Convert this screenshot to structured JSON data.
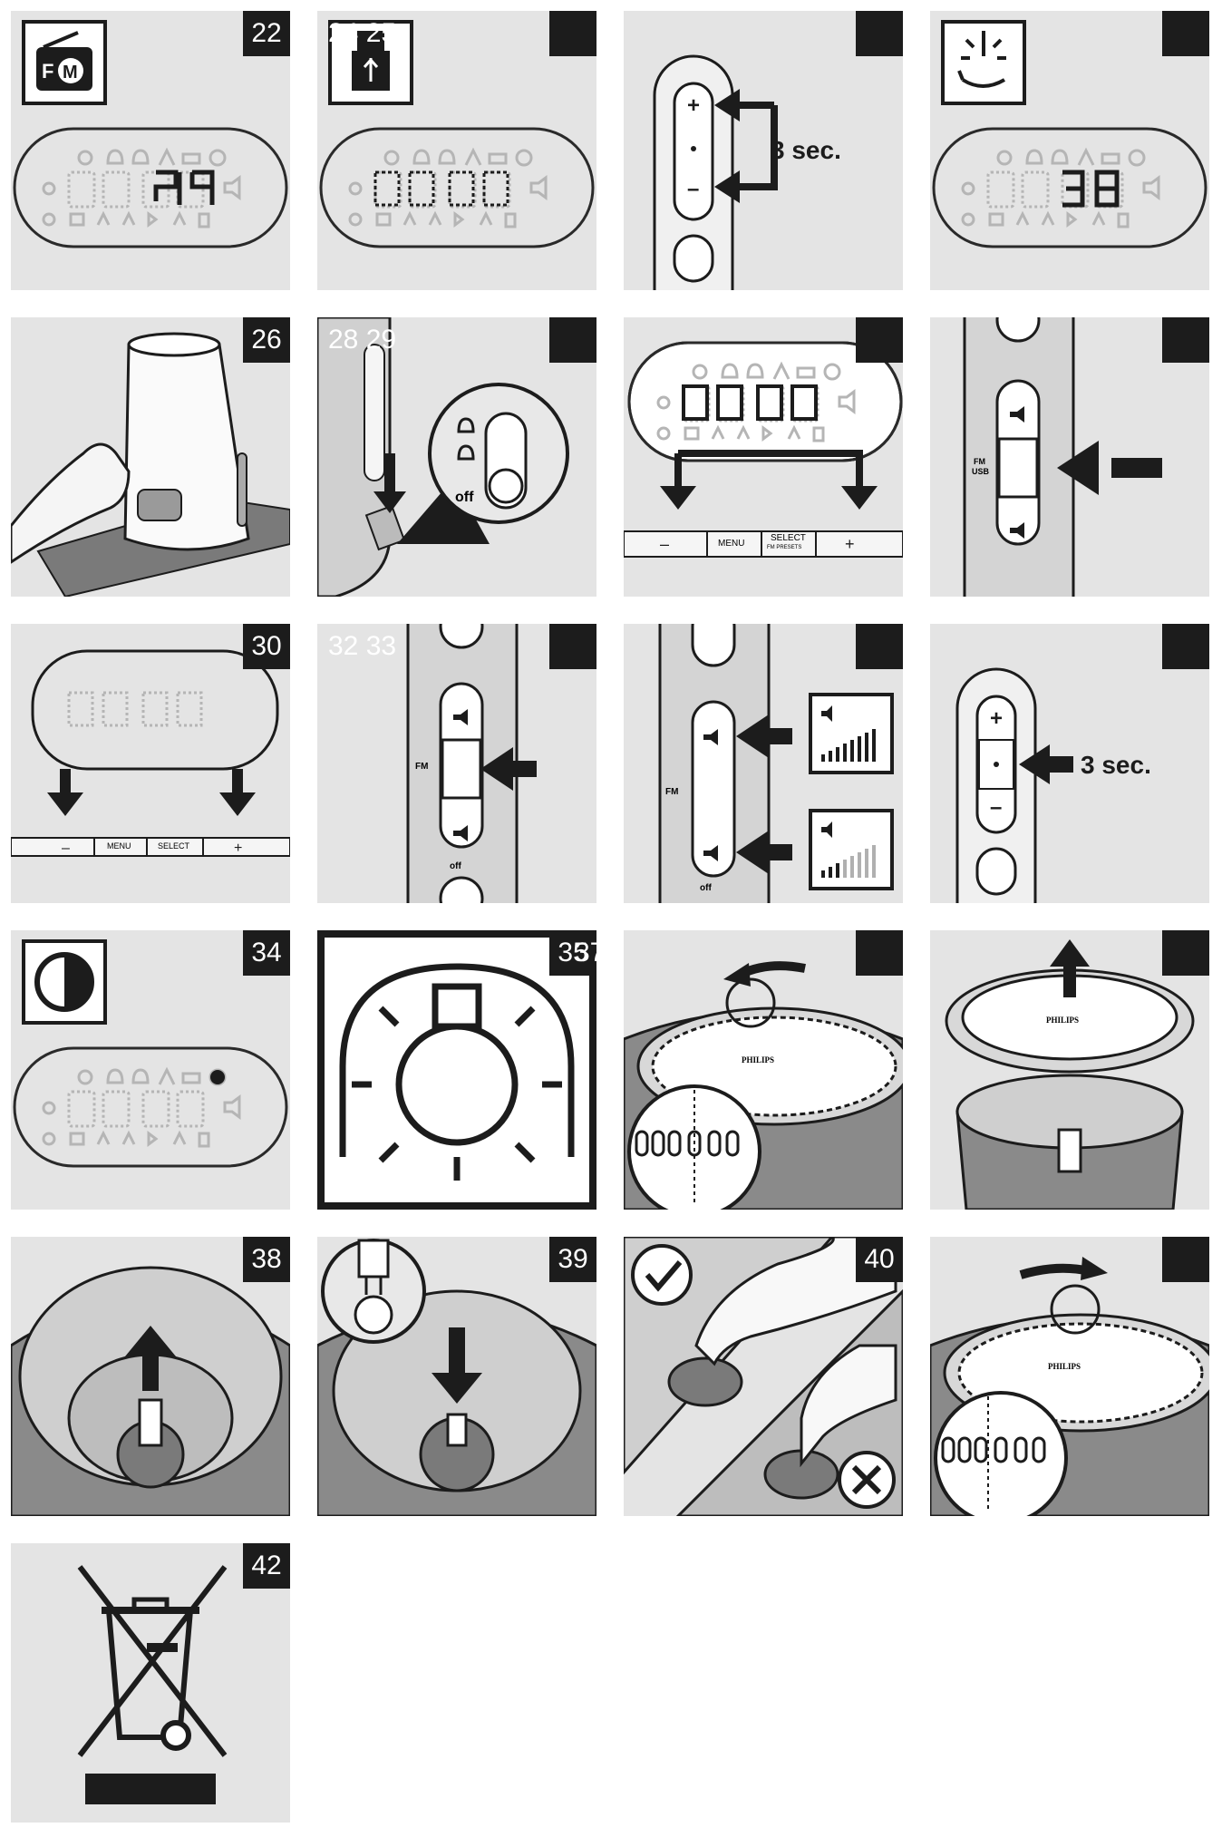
{
  "panels": {
    "p1": {
      "number": "22"
    },
    "p2": {
      "number": "",
      "ghost": "24 25"
    },
    "p3": {
      "number": "",
      "hold": "3 sec."
    },
    "p4": {
      "number": ""
    },
    "p5": {
      "number": "26"
    },
    "p6": {
      "number": "",
      "ghost": "28 29",
      "switch_off": "off"
    },
    "p7": {
      "number": "",
      "menu": "MENU",
      "select": "SELECT",
      "select_sub": "FM PRESETS"
    },
    "p8": {
      "number": "",
      "fm": "FM",
      "usb": "USB"
    },
    "p9": {
      "number": "30",
      "menu": "MENU",
      "select": "SELECT"
    },
    "p10": {
      "number": "",
      "ghost": "32 33",
      "fm": "FM",
      "off": "off"
    },
    "p11": {
      "number": "",
      "fm": "FM",
      "off": "off"
    },
    "p12": {
      "number": "",
      "hold": "3 sec."
    },
    "p13": {
      "number": "34"
    },
    "p14": {
      "number": "35",
      "ghost": "37"
    },
    "p15": {
      "number": "",
      "brand": "PHILIPS"
    },
    "p16": {
      "number": "",
      "brand": "PHILIPS"
    },
    "p17": {
      "number": "38"
    },
    "p18": {
      "number": "39"
    },
    "p19": {
      "number": "40"
    },
    "p20": {
      "number": "",
      "brand": "PHILIPS"
    },
    "p21": {
      "number": "42"
    }
  },
  "icons": [
    "fm-radio-icon",
    "usb-icon",
    "nightlight-timer-icon",
    "contrast-icon",
    "light-bulb-icon",
    "crossed-out-wheelie-bin-icon",
    "checkmark-icon",
    "cross-icon"
  ],
  "colors": {
    "panel_bg": "#e4e4e4",
    "ink": "#1c1c1c",
    "white": "#ffffff",
    "lcd_dim": "#b8b8b8"
  }
}
